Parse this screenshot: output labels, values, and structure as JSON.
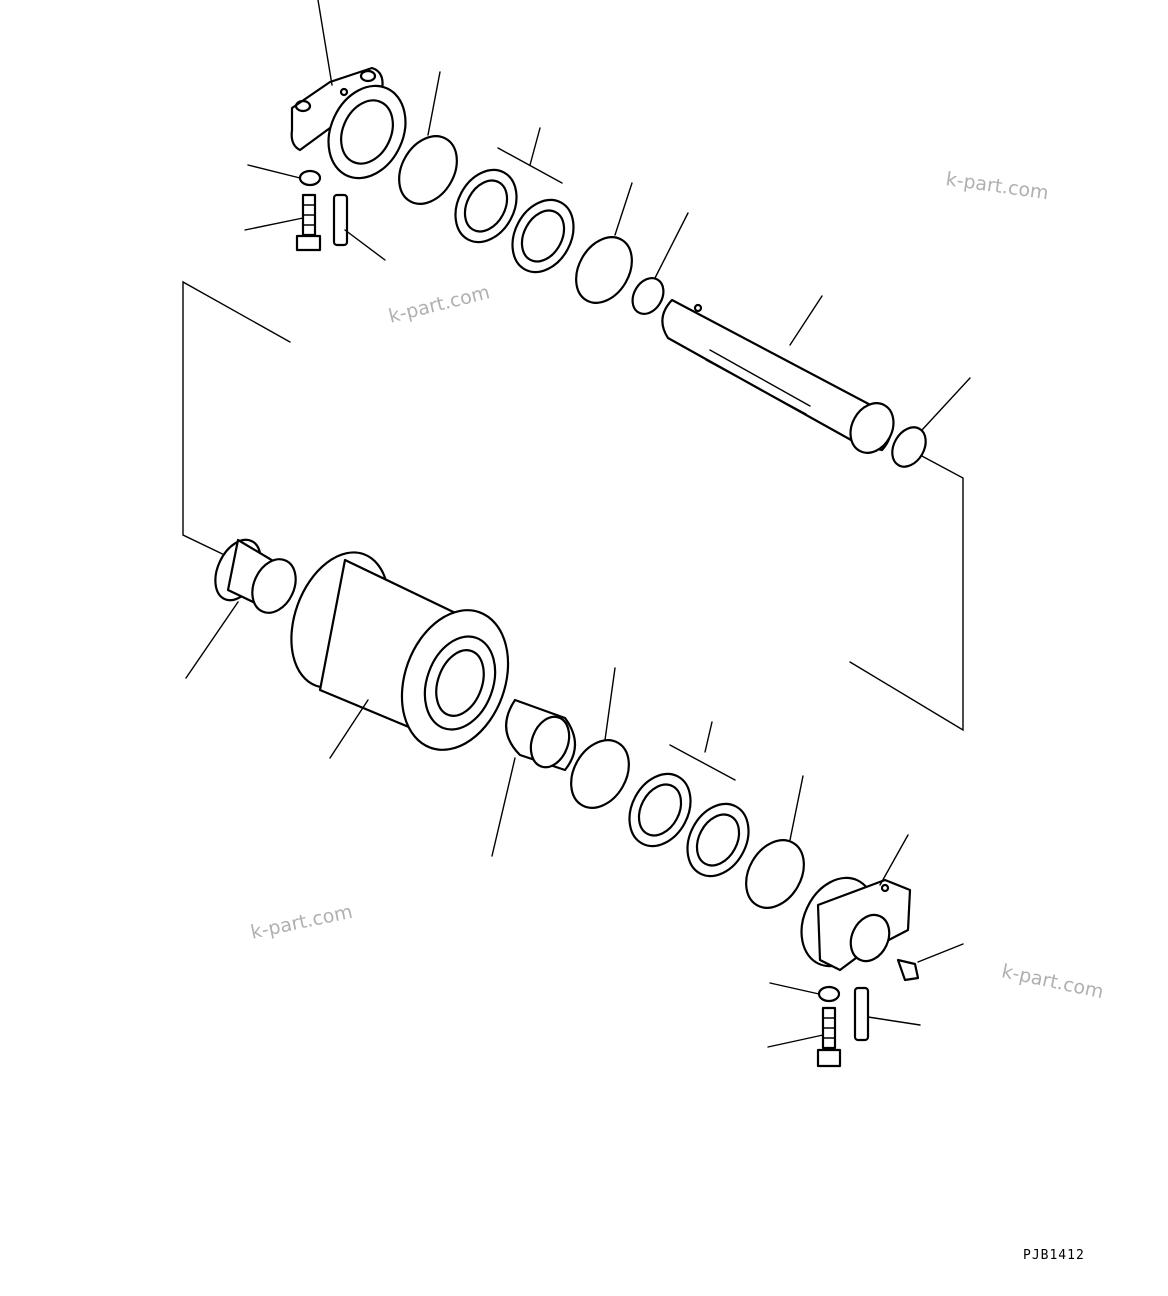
{
  "watermarks": [
    "k-part.com",
    "k-part.com",
    "k-part.com",
    "k-part.com"
  ],
  "drawing_code": "PJB1412"
}
